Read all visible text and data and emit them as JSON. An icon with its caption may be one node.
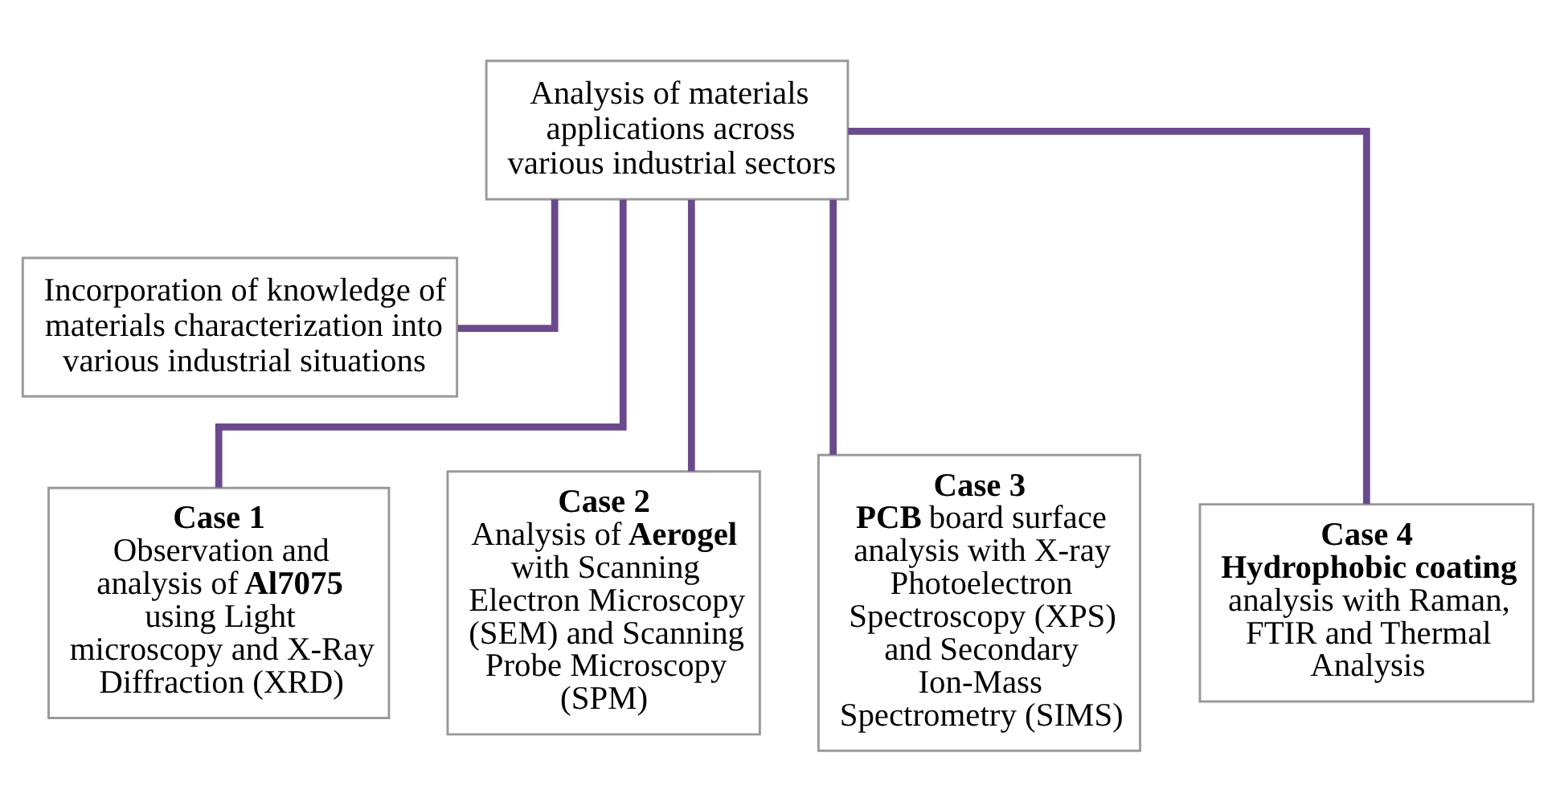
{
  "diagram": {
    "nodes": [
      {
        "text": [
          "Analysis of materials applications across various industrial sectors"
        ]
      },
      {
        "text": [
          "Incorporation of knowledge of materials characterization into various industrial situations"
        ]
      },
      {
        "text": [
          "Case 1",
          "Observation and analysis of **Al7075** using Light microscopy and X-Ray Diffraction (XRD)"
        ]
      },
      {
        "text": [
          "Case 2",
          "Analysis of **Aerogel** with Scanning Electron Microscopy (SEM) and Scanning Probe Microscopy (SPM)"
        ]
      },
      {
        "text": [
          "Case 3",
          "**PCB** board surface analysis with X-ray Photoelectron Spectroscopy (XPS) and Secondary Ion-Mass Spectrometry (SIMS)"
        ]
      },
      {
        "text": [
          "Case 4",
          "**Hydrophobic coating** analysis with Raman, FTIR and Thermal Analysis"
        ]
      }
    ],
    "edges": [
      {
        "from": 0,
        "to": 1,
        "arrow": "none"
      },
      {
        "from": 0,
        "to": 2,
        "arrow": "none"
      },
      {
        "from": 0,
        "to": 3,
        "arrow": "none"
      },
      {
        "from": 0,
        "to": 4,
        "arrow": "none"
      },
      {
        "from": 0,
        "to": 5,
        "arrow": "none"
      }
    ]
  }
}
